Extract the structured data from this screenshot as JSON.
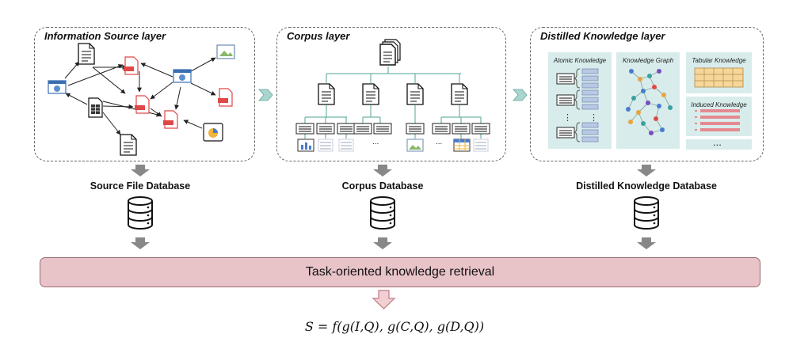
{
  "layers": {
    "source": {
      "title": "Information Source layer",
      "db_label": "Source File Database"
    },
    "corpus": {
      "title": "Corpus layer",
      "db_label": "Corpus Database",
      "ellipsis": "..."
    },
    "distilled": {
      "title": "Distilled Knowledge layer",
      "db_label": "Distilled Knowledge Database",
      "panels": {
        "atomic": "Atomic Knowledge",
        "graph": "Knowledge Graph",
        "tabular": "Tabular Knowledge",
        "induced": "Induced Knowledge"
      },
      "ellipsis": "..."
    }
  },
  "retrieval": {
    "label": "Task-oriented knowledge retrieval"
  },
  "formula": "S = f(g(I,Q), g(C,Q), g(D,Q))",
  "colors": {
    "retrieval_fill": "#e8c3c8",
    "panel_fill": "#d8ecec",
    "tree_line": "#6fb3a8",
    "arrow_gray": "#888888",
    "pdf_red": "#e04848",
    "chevron_teal": "#a9d6cf"
  }
}
